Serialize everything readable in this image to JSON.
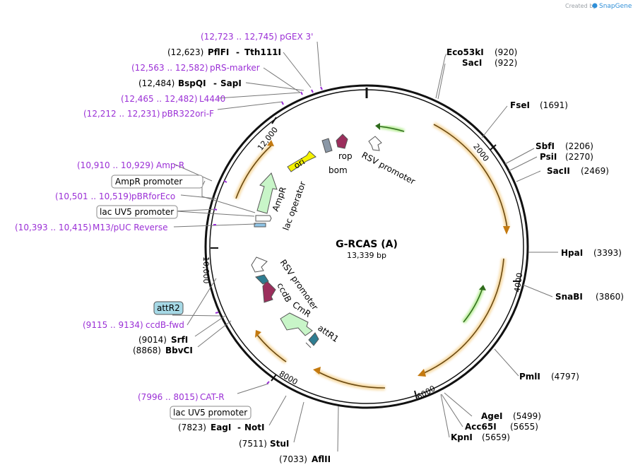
{
  "branding": {
    "created_by": "Created by",
    "app": "SnapGene"
  },
  "plasmid": {
    "name": "G-RCAS (A)",
    "length": "13,339 bp"
  },
  "ticks": [
    "2000",
    "4000",
    "6000",
    "8000",
    "10,000",
    "12,000"
  ],
  "right_sites": [
    {
      "name": "Eco53kI",
      "pos": "(920)"
    },
    {
      "name": "SacI",
      "pos": "(922)"
    },
    {
      "name": "FseI",
      "pos": "(1691)"
    },
    {
      "name": "SbfI",
      "pos": "(2206)"
    },
    {
      "name": "PsiI",
      "pos": "(2270)"
    },
    {
      "name": "SacII",
      "pos": "(2469)"
    },
    {
      "name": "HpaI",
      "pos": "(3393)"
    },
    {
      "name": "SnaBI",
      "pos": "(3860)"
    },
    {
      "name": "PmlI",
      "pos": "(4797)"
    },
    {
      "name": "AgeI",
      "pos": "(5499)"
    },
    {
      "name": "Acc65I",
      "pos": "(5655)"
    },
    {
      "name": "KpnI",
      "pos": "(5659)"
    }
  ],
  "bottom_sites": [
    {
      "pos": "(7033)",
      "name": "AflII"
    },
    {
      "pos": "(7511)",
      "name": "StuI"
    },
    {
      "pos": "(7823)",
      "name": "EagI",
      "name2": "NotI"
    }
  ],
  "left_sites": [
    {
      "pos": "(8868)",
      "name": "BbvCI"
    },
    {
      "pos": "(9014)",
      "name": "SrfI"
    },
    {
      "pos": "(12,484)",
      "name": "BspQI",
      "name2": "SapI"
    },
    {
      "pos": "(12,623)",
      "name": "PflFI",
      "name2": "Tth111I"
    }
  ],
  "primers": [
    {
      "range": "(12,723 .. 12,745)",
      "name": "pGEX 3'"
    },
    {
      "range": "(12,563 .. 12,582)",
      "name": "pRS-marker"
    },
    {
      "range": "(12,465 .. 12,482)",
      "name": "L4440"
    },
    {
      "range": "(12,212 .. 12,231)",
      "name": "pBR322ori-F"
    },
    {
      "range": "(10,910 .. 10,929)",
      "name": "Amp-R"
    },
    {
      "range": "(10,501 .. 10,519)",
      "name": "pBRforEco"
    },
    {
      "range": "(10,393 .. 10,415)",
      "name": "M13/pUC Reverse"
    },
    {
      "range": "(9115 .. 9134)",
      "name": "ccdB-fwd"
    },
    {
      "range": "(7996 .. 8015)",
      "name": "CAT-R"
    }
  ],
  "boxed_features": [
    {
      "name": "AmpR promoter"
    },
    {
      "name": "lac UV5 promoter"
    },
    {
      "name": "attR2"
    },
    {
      "name": "lac UV5 promoter"
    }
  ],
  "inner_features": [
    "ori",
    "rop",
    "bom",
    "RSV promoter",
    "AmpR",
    "lac operator",
    "RSV promoter",
    "ccdB",
    "CmR",
    "attR1"
  ],
  "colors": {
    "primer": "#9b30d6",
    "orange_arrow": "#e8a23b",
    "green_arrow": "#5fb83a",
    "ori": "#f5f200",
    "rop": "#9b2e5c",
    "attr": "#2e7d91",
    "attr_box": "#a6d9e6",
    "amp_fill": "#c8f5c8",
    "backbone": "#111111"
  }
}
